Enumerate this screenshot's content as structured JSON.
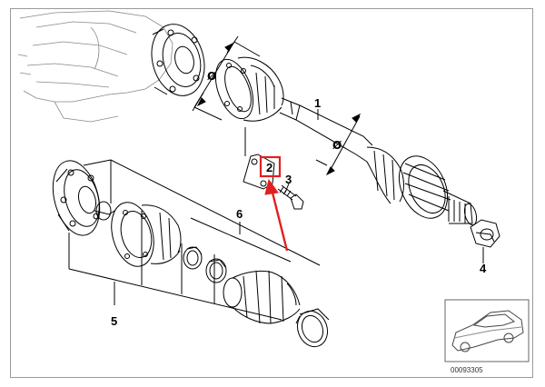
{
  "diagram": {
    "part_numbers": {
      "p1": "1",
      "p2": "2",
      "p3": "3",
      "p4": "4",
      "p5": "5",
      "p6": "6"
    },
    "diameter_symbol": "Ø",
    "reference_code": "00093305",
    "highlight_color": "#e02020",
    "line_color": "#000000",
    "frame_color": "#9a9a9a"
  }
}
